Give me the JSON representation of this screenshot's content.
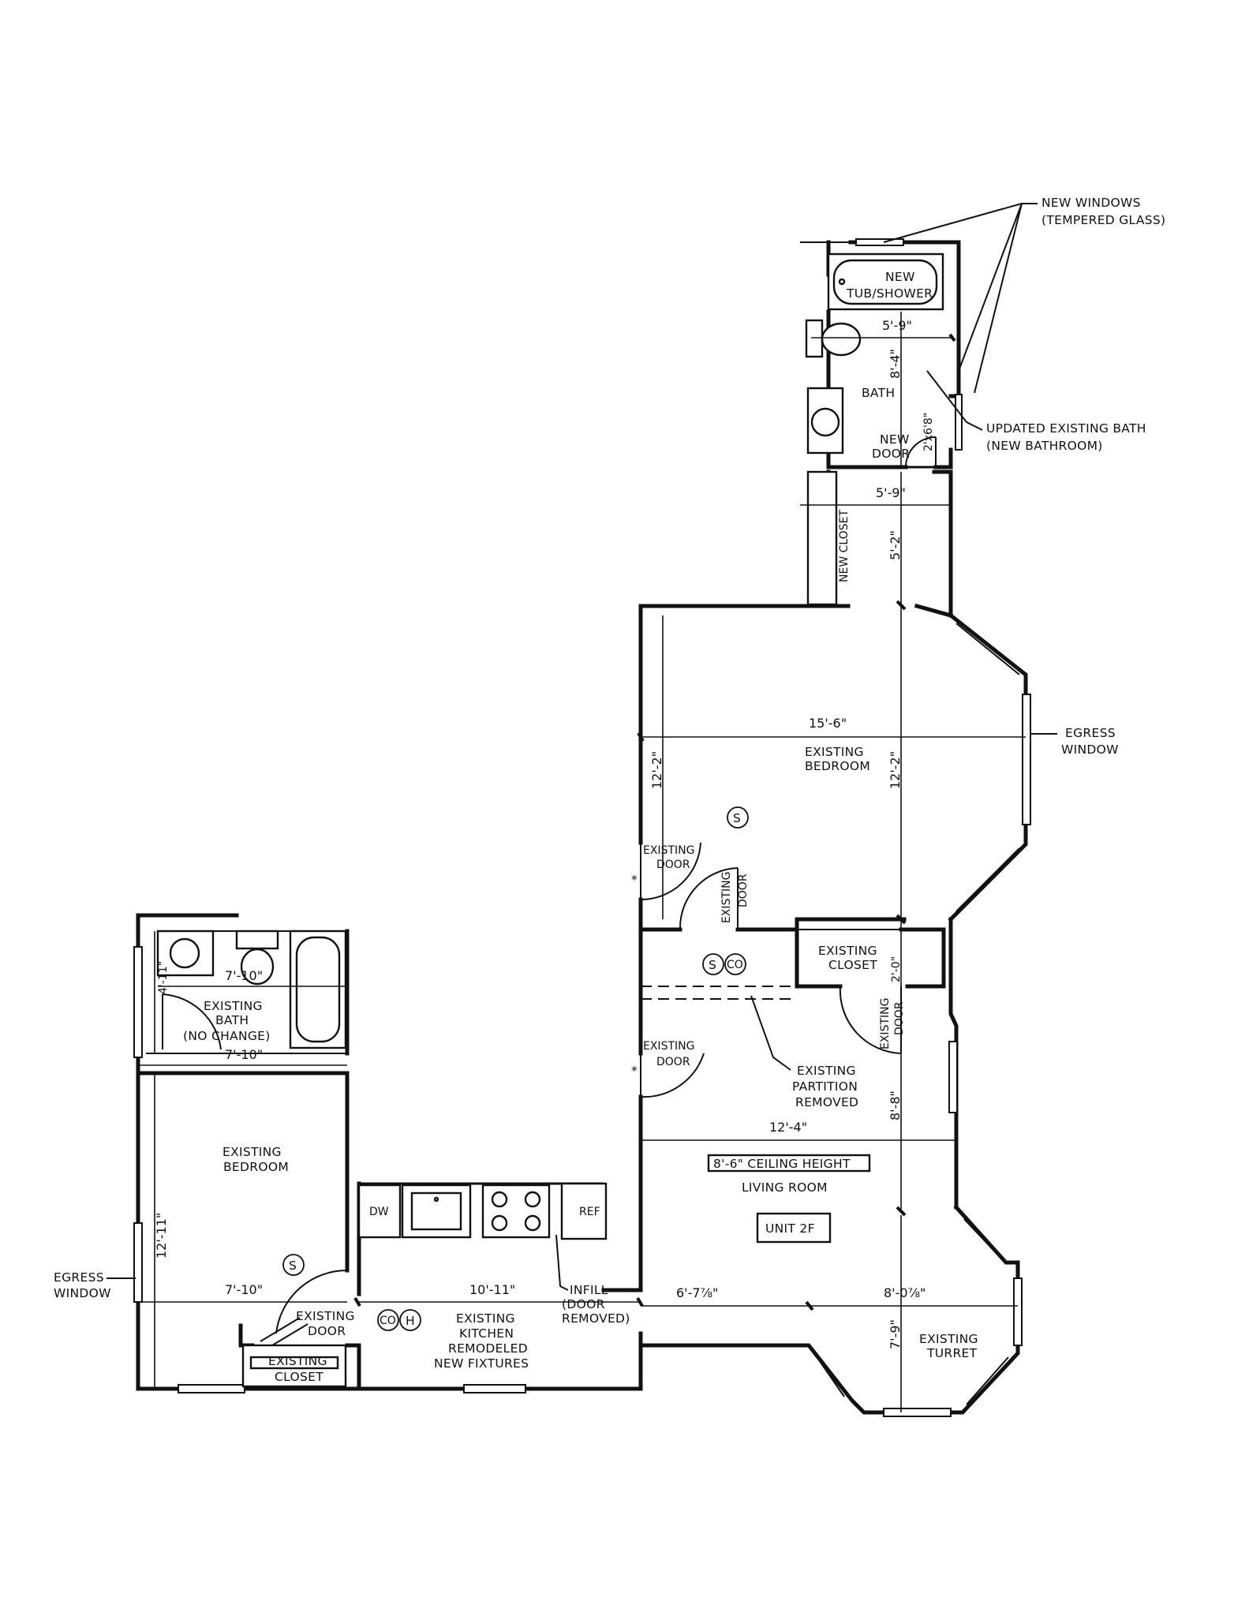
{
  "callouts": {
    "new_windows_1": "NEW WINDOWS",
    "new_windows_2": "(TEMPERED GLASS)",
    "updated_bath_1": "UPDATED EXISTING BATH",
    "updated_bath_2": "(NEW BATHROOM)",
    "egress_right_1": "EGRESS",
    "egress_right_2": "WINDOW",
    "egress_left_1": "EGRESS",
    "egress_left_2": "WINDOW",
    "partition_1": "EXISTING",
    "partition_2": "PARTITION",
    "partition_3": "REMOVED",
    "infill_1": "INFILL",
    "infill_2": "(DOOR",
    "infill_3": "REMOVED)"
  },
  "rooms": {
    "new_tub_1": "NEW",
    "new_tub_2": "TUB/SHOWER",
    "bath": "BATH",
    "new_door_1": "NEW",
    "new_door_2": "DOOR",
    "new_door_size": "2'x6'8\"",
    "new_closet": "NEW CLOSET",
    "bedroom_right_1": "EXISTING",
    "bedroom_right_2": "BEDROOM",
    "ex_door": "EXISTING",
    "door": "DOOR",
    "ex_closet_1": "EXISTING",
    "ex_closet_2": "CLOSET",
    "living_room": "LIVING ROOM",
    "ceiling_height": "8'-6\" CEILING HEIGHT",
    "unit": "UNIT 2F",
    "turret_1": "EXISTING",
    "turret_2": "TURRET",
    "kitchen_1": "EXISTING",
    "kitchen_2": "KITCHEN",
    "kitchen_3": "REMODELED",
    "kitchen_4": "NEW FIXTURES",
    "bath_left_1": "EXISTING",
    "bath_left_2": "BATH",
    "bath_left_3": "(NO CHANGE)",
    "bedroom_left_1": "EXISTING",
    "bedroom_left_2": "BEDROOM",
    "closet_left_1": "EXISTING",
    "closet_left_2": "CLOSET",
    "dw": "DW",
    "ref": "REF"
  },
  "symbols": {
    "smoke": "S",
    "co": "CO",
    "heat": "H",
    "star": "*"
  },
  "dimensions": {
    "bath_w_1": "5'-9\"",
    "bath_l": "8'-4\"",
    "closet_w": "5'-9\"",
    "closet_l": "5'-2\"",
    "bed_w": "15'-6\"",
    "bed_l_left": "12'-2\"",
    "bed_l_right": "12'-2\"",
    "closet_small": "2'-0\"",
    "living_l": "8'-8\"",
    "living_w": "12'-4\"",
    "hall_w": "6'-7⅞\"",
    "turret_w": "8'-0⅞\"",
    "turret_l": "7'-9\"",
    "kitchen_w": "10'-11\"",
    "bed_left_w_top": "7'-10\"",
    "bed_left_w_bottom": "7'-10\"",
    "bed_left_l": "12'-11\"",
    "bath_left_w": "7'-10\"",
    "bath_left_l": "4'-11\""
  }
}
